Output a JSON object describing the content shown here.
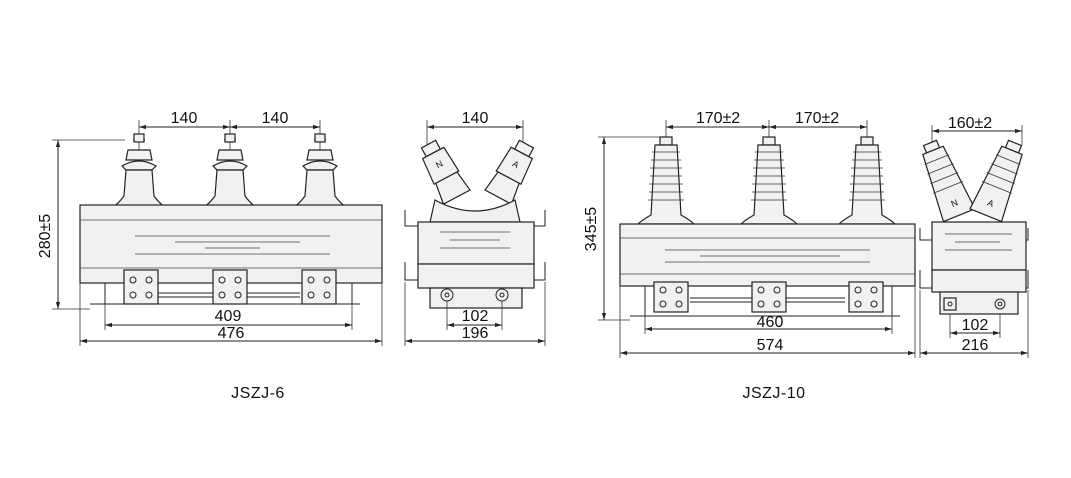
{
  "models": [
    {
      "caption": "JSZJ-6",
      "front": {
        "pitch_left": "140",
        "pitch_right": "140",
        "height": "280±5",
        "mount": "409",
        "overall": "476"
      },
      "side": {
        "bushing_spacing": "140",
        "bolt_spacing": "102",
        "width": "196",
        "bushing_labels": [
          "N",
          "A"
        ]
      }
    },
    {
      "caption": "JSZJ-10",
      "front": {
        "pitch_left": "170±2",
        "pitch_right": "170±2",
        "height": "345±5",
        "mount": "460",
        "overall": "574"
      },
      "side": {
        "bushing_spacing": "160±2",
        "bolt_spacing": "102",
        "width": "216",
        "bushing_labels": [
          "N",
          "A"
        ]
      }
    }
  ]
}
